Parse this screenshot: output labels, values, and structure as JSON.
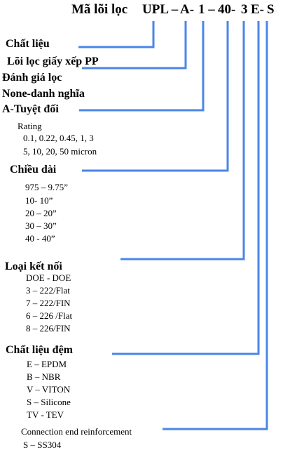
{
  "title": {
    "label": "Mã lõi lọc",
    "code_parts": [
      "UPL –",
      "A-",
      "1 –",
      "40-",
      "3",
      "E-",
      "S"
    ]
  },
  "sections": {
    "material": {
      "heading": "Chất liệu",
      "values": [
        "Lõi lọc giấy xếp PP"
      ]
    },
    "rating": {
      "heading": "Đánh giá lọc",
      "values": [
        "None-danh nghĩa",
        "A-Tuyệt đối"
      ],
      "sub_heading": "Rating",
      "sub_values": [
        "0.1, 0.22, 0.45, 1, 3",
        "5, 10, 20, 50 micron"
      ]
    },
    "length": {
      "heading": "Chiều dài",
      "values": [
        "975 – 9.75”",
        "10- 10”",
        "20 – 20”",
        "30 – 30”",
        "40 - 40”"
      ]
    },
    "connection": {
      "heading": "Loại kết nối",
      "values": [
        "DOE - DOE",
        "3 – 222/Flat",
        "7 – 222/FIN",
        "6 – 226 /Flat",
        "8 – 226/FIN"
      ]
    },
    "seal": {
      "heading": "Chất liệu đệm",
      "values": [
        "E – EPDM",
        "B – NBR",
        "V – VITON",
        "S – Silicone",
        "TV - TEV"
      ]
    },
    "reinforcement": {
      "heading": "Connection end reinforcement",
      "values": [
        "S – SS304"
      ]
    }
  },
  "line_color": "#4a86e8"
}
